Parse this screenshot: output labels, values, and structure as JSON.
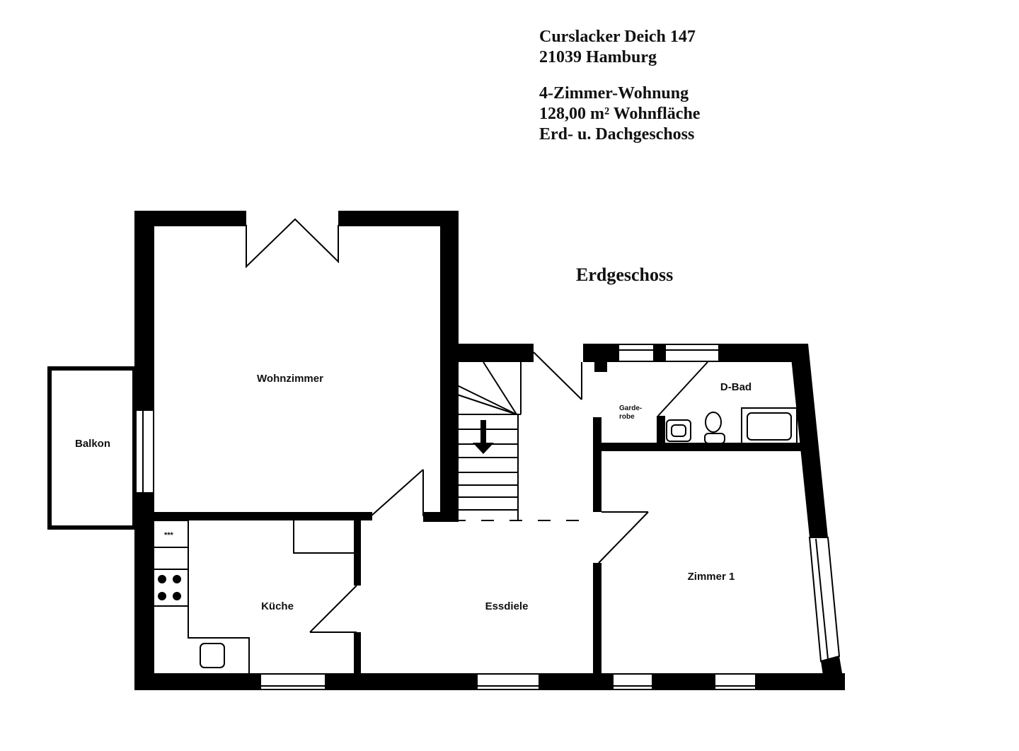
{
  "header": {
    "address_line1": "Curslacker Deich 147",
    "address_line2": "21039 Hamburg",
    "type": "4-Zimmer-Wohnung",
    "area": "128,00 m² Wohnfläche",
    "floors": "Erd- u. Dachgeschoss"
  },
  "floor_title": "Erdgeschoss",
  "rooms": {
    "wohnzimmer": "Wohnzimmer",
    "balkon": "Balkon",
    "kueche": "Küche",
    "essdiele": "Essdiele",
    "garderobe_line1": "Garde-",
    "garderobe_line2": "robe",
    "dbad": "D-Bad",
    "zimmer1": "Zimmer 1",
    "kitchen_appliance_marker": "***"
  },
  "colors": {
    "wall": "#000000",
    "background": "#ffffff",
    "text": "#111111"
  }
}
